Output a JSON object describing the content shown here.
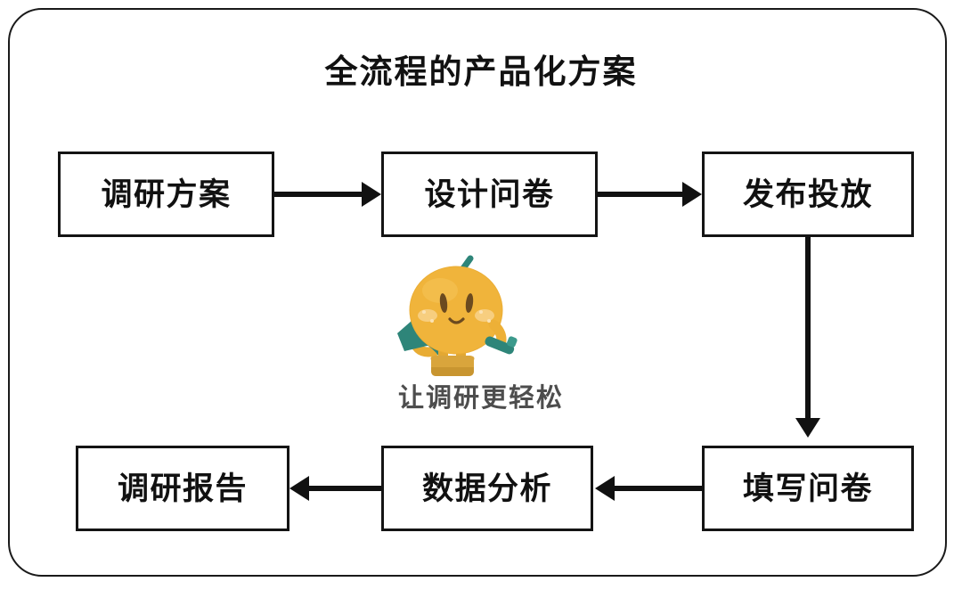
{
  "title": "全流程的产品化方案",
  "flow": {
    "nodes": [
      {
        "id": "plan",
        "label": "调研方案"
      },
      {
        "id": "design",
        "label": "设计问卷"
      },
      {
        "id": "publish",
        "label": "发布投放"
      },
      {
        "id": "fill",
        "label": "填写问卷"
      },
      {
        "id": "analysis",
        "label": "数据分析"
      },
      {
        "id": "report",
        "label": "调研报告"
      }
    ],
    "connectors": [
      {
        "from": "plan",
        "to": "design",
        "direction": "right"
      },
      {
        "from": "design",
        "to": "publish",
        "direction": "right"
      },
      {
        "from": "publish",
        "to": "fill",
        "direction": "down"
      },
      {
        "from": "fill",
        "to": "analysis",
        "direction": "left"
      },
      {
        "from": "analysis",
        "to": "report",
        "direction": "left"
      }
    ]
  },
  "mascot": {
    "name": "orange-mascot",
    "tagline": "让调研更轻松",
    "colors": {
      "body": "#F0B43B",
      "body_shade": "#E5A430",
      "leaf": "#2E8579",
      "megaphone": "#2E8579",
      "pen": "#2E8579",
      "boot": "#D7A33C",
      "face": "#6B4A1F",
      "blush": "#F8D28C"
    }
  },
  "palette": {
    "frame_border": "#1A1A1A",
    "node_border": "#141414",
    "text": "#111111",
    "tagline_text": "#4D4D4D",
    "background": "#FFFFFF"
  }
}
